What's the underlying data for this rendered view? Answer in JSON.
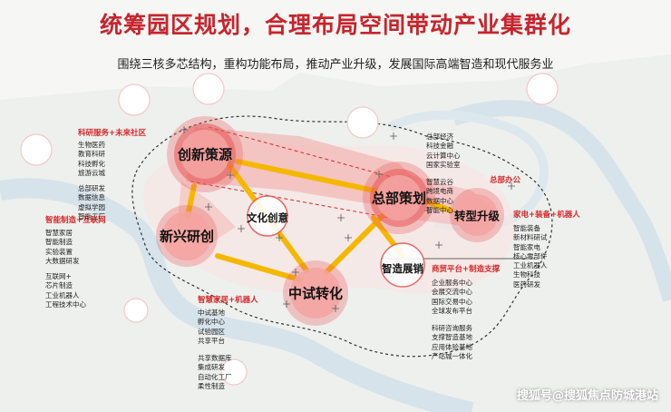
{
  "title": "统筹园区规划，合理布局空间带动产业集群化",
  "subtitle": "围绕三核多芯结构，重构功能布局，推动产业升级，发展国际高端智造和现代服务业",
  "colors": {
    "title_red": "#c8242c",
    "hub_fill": "#e85a5a",
    "link_yellow": "#f5b800",
    "label_red": "#d52a2a"
  },
  "hubs": {
    "chuangxin": "创新策源",
    "zongbu": "总部策划",
    "xinxing": "新兴研创",
    "zhongshi": "中试转化",
    "zhuanxing": "转型升级",
    "wenhua": "文化创意",
    "zhigu": "智造展销"
  },
  "red_labels": {
    "keyan": "科研服务+未来社区",
    "zhineng": "智能制造+互联网",
    "zongbu_office": "总部办公",
    "jiadian": "家电+装备+机器人",
    "shangmao": "商贸平台+制造支撑",
    "zhihui": "智慧家居+机器人"
  },
  "lists": {
    "keyan": [
      "生物医药",
      "教育科研",
      "科技孵化",
      "旅游云城"
    ],
    "zongbu_yanfa": [
      "总部研发",
      "数据信息",
      "虚拟学园",
      "智能工厂"
    ],
    "zhineng": [
      "智慧家居",
      "智能制造",
      "实验装置",
      "大数据研发"
    ],
    "hulianwang": [
      "互联网+",
      "芯片制造",
      "工业机器人",
      "工程技术中心"
    ],
    "zongbu_top": [
      "总部经济",
      "科技金融",
      "云计算中心",
      "国家实验室"
    ],
    "zongbu_mid": [
      "智慧云谷",
      "跨境电商",
      "数据中心",
      "智能中心"
    ],
    "zhuanxing": [
      "智能装备",
      "新材料研试",
      "智能家电",
      "核心零部件",
      "工业机器人",
      "生物科技",
      "医药研发"
    ],
    "zhigu": [
      "企业服务中心",
      "会展交流中心",
      "国际交易中心",
      "全球发布平台"
    ],
    "zhigu_low": [
      "科研咨询服务",
      "支撑智造基地",
      "应用体验基地",
      "产站城一体化"
    ],
    "zhongshi": [
      "中试基地",
      "孵化中心",
      "试验园区",
      "共享平台"
    ],
    "zhongshi_low": [
      "共享数据库",
      "集成研发",
      "自动化工厂",
      "柔性制造"
    ]
  },
  "watermark": "搜狐号@搜狐焦点防城港站"
}
